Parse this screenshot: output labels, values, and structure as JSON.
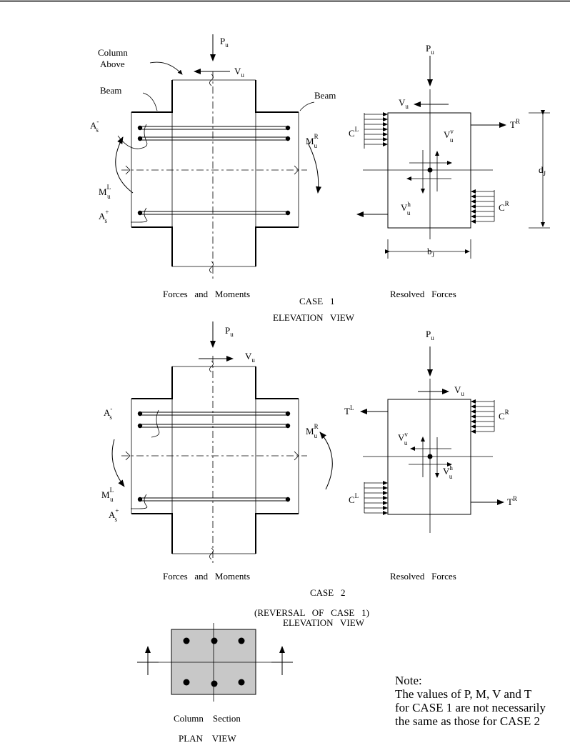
{
  "case1": {
    "pu": "P",
    "pu_sub": "u",
    "vu": "V",
    "vu_sub": "u",
    "column_above": [
      "Column",
      "Above"
    ],
    "beam_left": "Beam",
    "beam_right": "Beam",
    "as_minus": "A",
    "as_minus_sub": "s",
    "as_minus_sup": "-",
    "as_plus": "A",
    "as_plus_sub": "s",
    "as_plus_sup": "+",
    "mu_left": "M",
    "mu_left_sub": "u",
    "mu_left_sup": "L",
    "mu_right": "M",
    "mu_right_sub": "u",
    "mu_right_sup": "R",
    "left_caption": "Forces   and   Moments",
    "right_caption": "Resolved   Forces",
    "case_title": "CASE   1",
    "view_title": "ELEVATION   VIEW",
    "resolved": {
      "pu": "P",
      "pu_sub": "u",
      "vu": "V",
      "vu_sub": "u",
      "cl": "C",
      "cl_sup": "L",
      "tr": "T",
      "tr_sup": "R",
      "vuv": "V",
      "vuv_sub": "u",
      "vuv_sup": "v",
      "vuh": "V",
      "vuh_sub": "u",
      "vuh_sup": "h",
      "cr": "C",
      "cr_sup": "R",
      "dj": "d",
      "dj_sub": "J",
      "bj": "b",
      "bj_sub": "J"
    }
  },
  "case2": {
    "pu": "P",
    "pu_sub": "u",
    "vu": "V",
    "vu_sub": "u",
    "as_minus": "A",
    "as_minus_sub": "s",
    "as_minus_sup": "-",
    "as_plus": "A",
    "as_plus_sub": "s",
    "as_plus_sup": "+",
    "mu_left": "M",
    "mu_left_sub": "u",
    "mu_left_sup": "L",
    "mu_right": "M",
    "mu_right_sub": "u",
    "mu_right_sup": "R",
    "left_caption": "Forces   and   Moments",
    "right_caption": "Resolved   Forces",
    "case_title": "CASE   2",
    "reversal": "(REVERSAL   OF   CASE   1)",
    "view_title": "ELEVATION   VIEW",
    "resolved": {
      "pu": "P",
      "pu_sub": "u",
      "vu": "V",
      "vu_sub": "u",
      "tl": "T",
      "tl_sup": "L",
      "cr": "C",
      "cr_sup": "R",
      "vuv": "V",
      "vuv_sub": "u",
      "vuv_sup": "v",
      "vuh": "V",
      "vuh_sub": "u",
      "vuh_sup": "h",
      "cl": "C",
      "cl_sup": "L",
      "tr": "T",
      "tr_sup": "R"
    }
  },
  "plan": {
    "caption": "Column    Section",
    "view_title": "PLAN    VIEW"
  },
  "note": {
    "heading": "Note:",
    "lines": [
      "The values of P, M, V and T",
      "for CASE 1 are not necessarily",
      "the same as those for CASE 2"
    ]
  },
  "colors": {
    "section_fill": "#c8c8c8",
    "ink": "#000000"
  }
}
